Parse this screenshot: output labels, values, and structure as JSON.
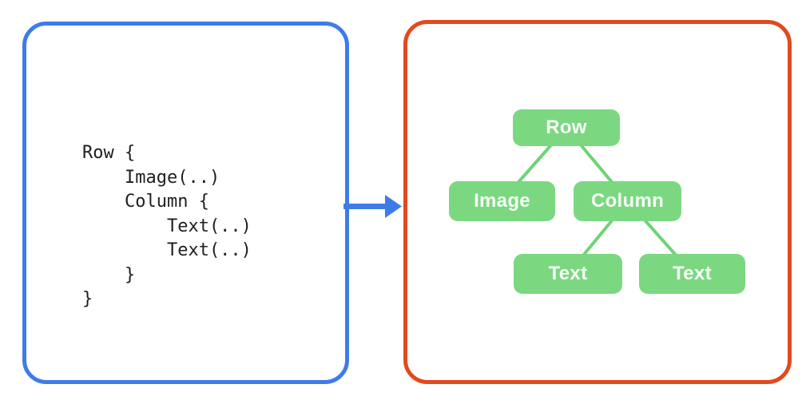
{
  "diagram": {
    "description": "Declarative UI code mapped to its widget tree",
    "colors": {
      "code_panel_border": "#3D7CE8",
      "tree_panel_border": "#E2491D",
      "arrow": "#3D7CE8",
      "node_fill": "#7BD881",
      "connector_line": "#6FD377",
      "node_text": "#F7FDF7",
      "code_text": "#1F1F1F"
    },
    "left_panel": {
      "code": "Row {\n    Image(..)\n    Column {\n        Text(..)\n        Text(..)\n    }\n}"
    },
    "right_panel": {
      "nodes": [
        {
          "id": "row",
          "label": "Row"
        },
        {
          "id": "image",
          "label": "Image"
        },
        {
          "id": "column",
          "label": "Column"
        },
        {
          "id": "text-1",
          "label": "Text"
        },
        {
          "id": "text-2",
          "label": "Text"
        }
      ],
      "edges": [
        {
          "from": "row",
          "to": "image"
        },
        {
          "from": "row",
          "to": "column"
        },
        {
          "from": "column",
          "to": "text-1"
        },
        {
          "from": "column",
          "to": "text-2"
        }
      ]
    }
  }
}
